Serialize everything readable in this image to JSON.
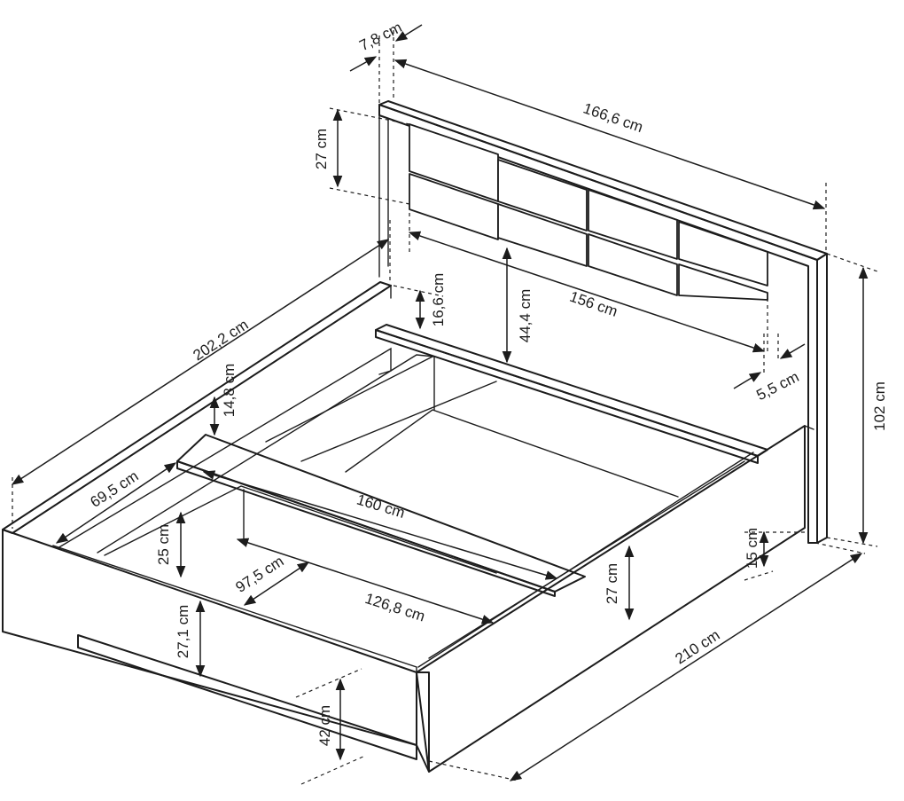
{
  "diagram": {
    "dimensions": {
      "headboard_thickness": "7,8 cm",
      "headboard_width": "166,6 cm",
      "panel_height": "27 cm",
      "panel_width": "156 cm",
      "shelf_height": "16,6 cm",
      "panel_to_shelf": "44,4 cm",
      "side_offset": "5,5 cm",
      "total_height": "102 cm",
      "total_length_side": "202,2 cm",
      "rail_drop": "14,8 cm",
      "inner_half_width": "69,5 cm",
      "inner_width": "160 cm",
      "frame_depth": "25 cm",
      "storage_width": "97,5 cm",
      "storage_length": "126,8 cm",
      "frame_height_right": "27 cm",
      "leg_height": "15 cm",
      "total_length": "210 cm",
      "frame_height_front": "27,1 cm",
      "floor_clearance": "42 cm"
    }
  }
}
